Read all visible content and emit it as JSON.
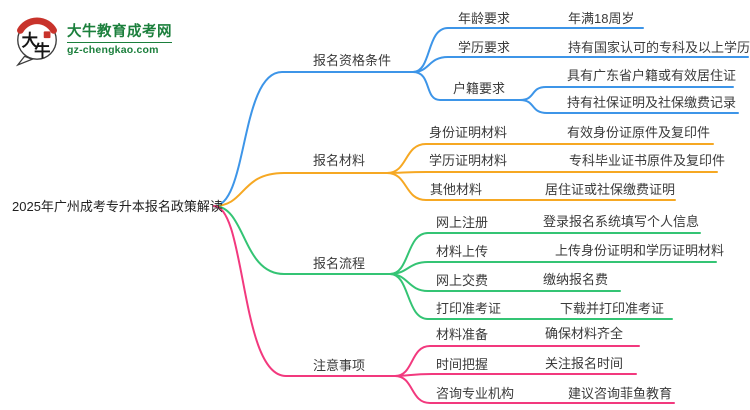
{
  "logo": {
    "brand": "大牛教育成考网",
    "domain": "gz-chengkao.com",
    "mark_top": "大",
    "mark_bottom": "牛"
  },
  "colors": {
    "brand_green": "#1b7f3c",
    "logo_red": "#c8332b",
    "node_text": "#3a3a3a"
  },
  "root": {
    "title": "2025年广州成考专升本报名政策解读"
  },
  "branches": [
    {
      "label": "报名资格条件",
      "color": "#3d95e8",
      "children": [
        {
          "label": "年龄要求",
          "leaves": [
            "年满18周岁"
          ]
        },
        {
          "label": "学历要求",
          "leaves": [
            "持有国家认可的专科及以上学历"
          ]
        },
        {
          "label": "户籍要求",
          "leaves": [
            "具有广东省户籍或有效居住证",
            "持有社保证明及社保缴费记录"
          ]
        }
      ]
    },
    {
      "label": "报名材料",
      "color": "#f6a823",
      "children": [
        {
          "label": "身份证明材料",
          "leaves": [
            "有效身份证原件及复印件"
          ]
        },
        {
          "label": "学历证明材料",
          "leaves": [
            "专科毕业证书原件及复印件"
          ]
        },
        {
          "label": "其他材料",
          "leaves": [
            "居住证或社保缴费证明"
          ]
        }
      ]
    },
    {
      "label": "报名流程",
      "color": "#34c474",
      "children": [
        {
          "label": "网上注册",
          "leaves": [
            "登录报名系统填写个人信息"
          ]
        },
        {
          "label": "材料上传",
          "leaves": [
            "上传身份证明和学历证明材料"
          ]
        },
        {
          "label": "网上交费",
          "leaves": [
            "缴纳报名费"
          ]
        },
        {
          "label": "打印准考证",
          "leaves": [
            "下载并打印准考证"
          ]
        }
      ]
    },
    {
      "label": "注意事项",
      "color": "#f2397e",
      "children": [
        {
          "label": "材料准备",
          "leaves": [
            "确保材料齐全"
          ]
        },
        {
          "label": "时间把握",
          "leaves": [
            "关注报名时间"
          ]
        },
        {
          "label": "咨询专业机构",
          "leaves": [
            "建议咨询菲鱼教育"
          ]
        }
      ]
    }
  ]
}
